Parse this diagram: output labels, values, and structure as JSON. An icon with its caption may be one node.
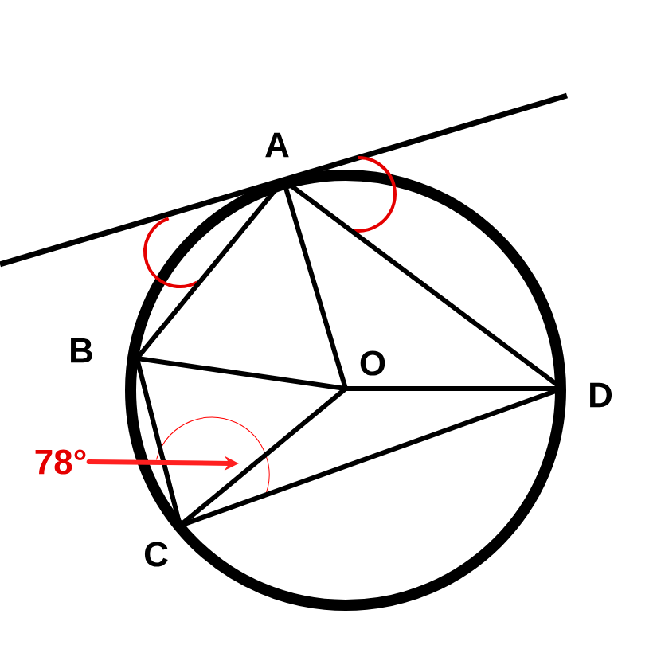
{
  "diagram": {
    "nodes": [
      {
        "text": [
          "A"
        ]
      },
      {
        "text": [
          "B"
        ]
      },
      {
        "text": [
          "C"
        ]
      },
      {
        "text": [
          "D"
        ]
      },
      {
        "text": [
          "O"
        ]
      },
      {
        "text": [
          "78°"
        ]
      }
    ],
    "edges": [
      {
        "from": 0,
        "to": 1,
        "arrow": "none"
      },
      {
        "from": 0,
        "to": 4,
        "arrow": "none"
      },
      {
        "from": 0,
        "to": 3,
        "arrow": "none"
      },
      {
        "from": 1,
        "to": 4,
        "arrow": "none"
      },
      {
        "from": 1,
        "to": 2,
        "arrow": "none"
      },
      {
        "from": 4,
        "to": 3,
        "arrow": "none"
      },
      {
        "from": 4,
        "to": 2,
        "arrow": "none"
      },
      {
        "from": 2,
        "to": 3,
        "arrow": "none"
      },
      {
        "from": 5,
        "to": null,
        "arrow": "to",
        "color": "#ff2020"
      }
    ]
  }
}
